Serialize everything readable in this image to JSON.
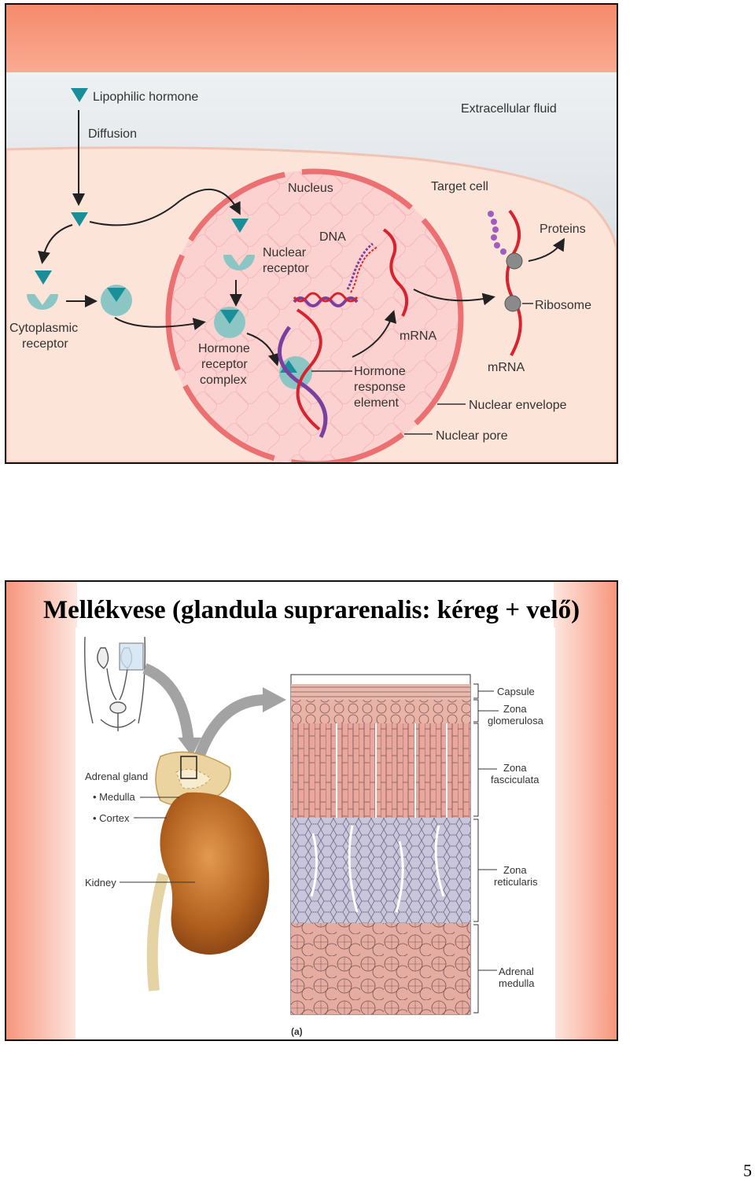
{
  "slide1": {
    "labels": {
      "lipophilic_hormone": "Lipophilic hormone",
      "extracellular_fluid": "Extracellular fluid",
      "diffusion": "Diffusion",
      "nucleus": "Nucleus",
      "target_cell": "Target cell",
      "dna": "DNA",
      "nuclear_receptor_1": "Nuclear",
      "nuclear_receptor_2": "receptor",
      "proteins": "Proteins",
      "ribosome": "Ribosome",
      "cytoplasmic_receptor_1": "Cytoplasmic",
      "cytoplasmic_receptor_2": "receptor",
      "hormone_receptor_complex_1": "Hormone",
      "hormone_receptor_complex_2": "receptor",
      "hormone_receptor_complex_3": "complex",
      "mrna_nucleus": "mRNA",
      "mrna_cytoplasm": "mRNA",
      "hormone_response_element_1": "Hormone",
      "hormone_response_element_2": "response",
      "hormone_response_element_3": "element",
      "nuclear_envelope": "Nuclear envelope",
      "nuclear_pore": "Nuclear pore"
    }
  },
  "slide2": {
    "title": "Mellékvese (glandula suprarenalis: kéreg + velő)",
    "labels": {
      "adrenal_gland": "Adrenal gland",
      "medulla": "• Medulla",
      "cortex": "• Cortex",
      "kidney": "Kidney",
      "capsule": "Capsule",
      "zona_glomerulosa_1": "Zona",
      "zona_glomerulosa_2": "glomerulosa",
      "zona_fasciculata_1": "Zona",
      "zona_fasciculata_2": "fasciculata",
      "zona_reticularis_1": "Zona",
      "zona_reticularis_2": "reticularis",
      "adrenal_medulla_1": "Adrenal",
      "adrenal_medulla_2": "medulla",
      "panel_label": "(a)"
    }
  },
  "page_number": "5",
  "colors": {
    "banner": "#f7927a",
    "cell_fill": "#fbe3d8",
    "nucleus_border": "#ec6f72",
    "hormone": "#1a8f9a",
    "receptor": "#8cc6c4",
    "mrna": "#d8222e",
    "dna_strand": "#7b3fa0",
    "fasciculata": "#e9a79d",
    "reticularis": "#c9c6dc",
    "medulla_cells": "#e5aca2"
  }
}
